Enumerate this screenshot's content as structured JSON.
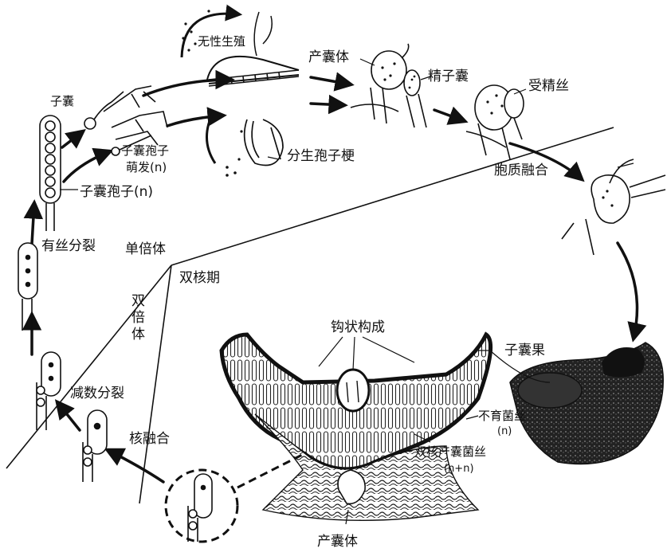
{
  "labels": {
    "asexual_reproduction": "无性生殖",
    "ascogonium_top": "产囊体",
    "antheridium": "精子囊",
    "trichogyne": "受精丝",
    "ascus": "子囊",
    "ascospore_germination": "子囊孢子",
    "germination_n": "萌发(n)",
    "ascospores_n": "子囊孢子(n)",
    "conidiophore": "分生孢子梗",
    "plasmogamy": "胞质融合",
    "mitosis": "有丝分裂",
    "haploid": "单倍体",
    "dikaryotic_phase": "双核期",
    "diploid": "双倍体",
    "crozier_formation": "钩状构成",
    "ascocarp": "子囊果",
    "sterile_hyphae": "不育菌丝",
    "sterile_n": "(n)",
    "dikaryotic_ascogenous_hyphae": "双核产囊菌丝",
    "dikaryon_nn": "(n+n)",
    "meiosis": "减数分裂",
    "karyogamy": "核融合",
    "ascogonium_bottom": "产囊体"
  }
}
